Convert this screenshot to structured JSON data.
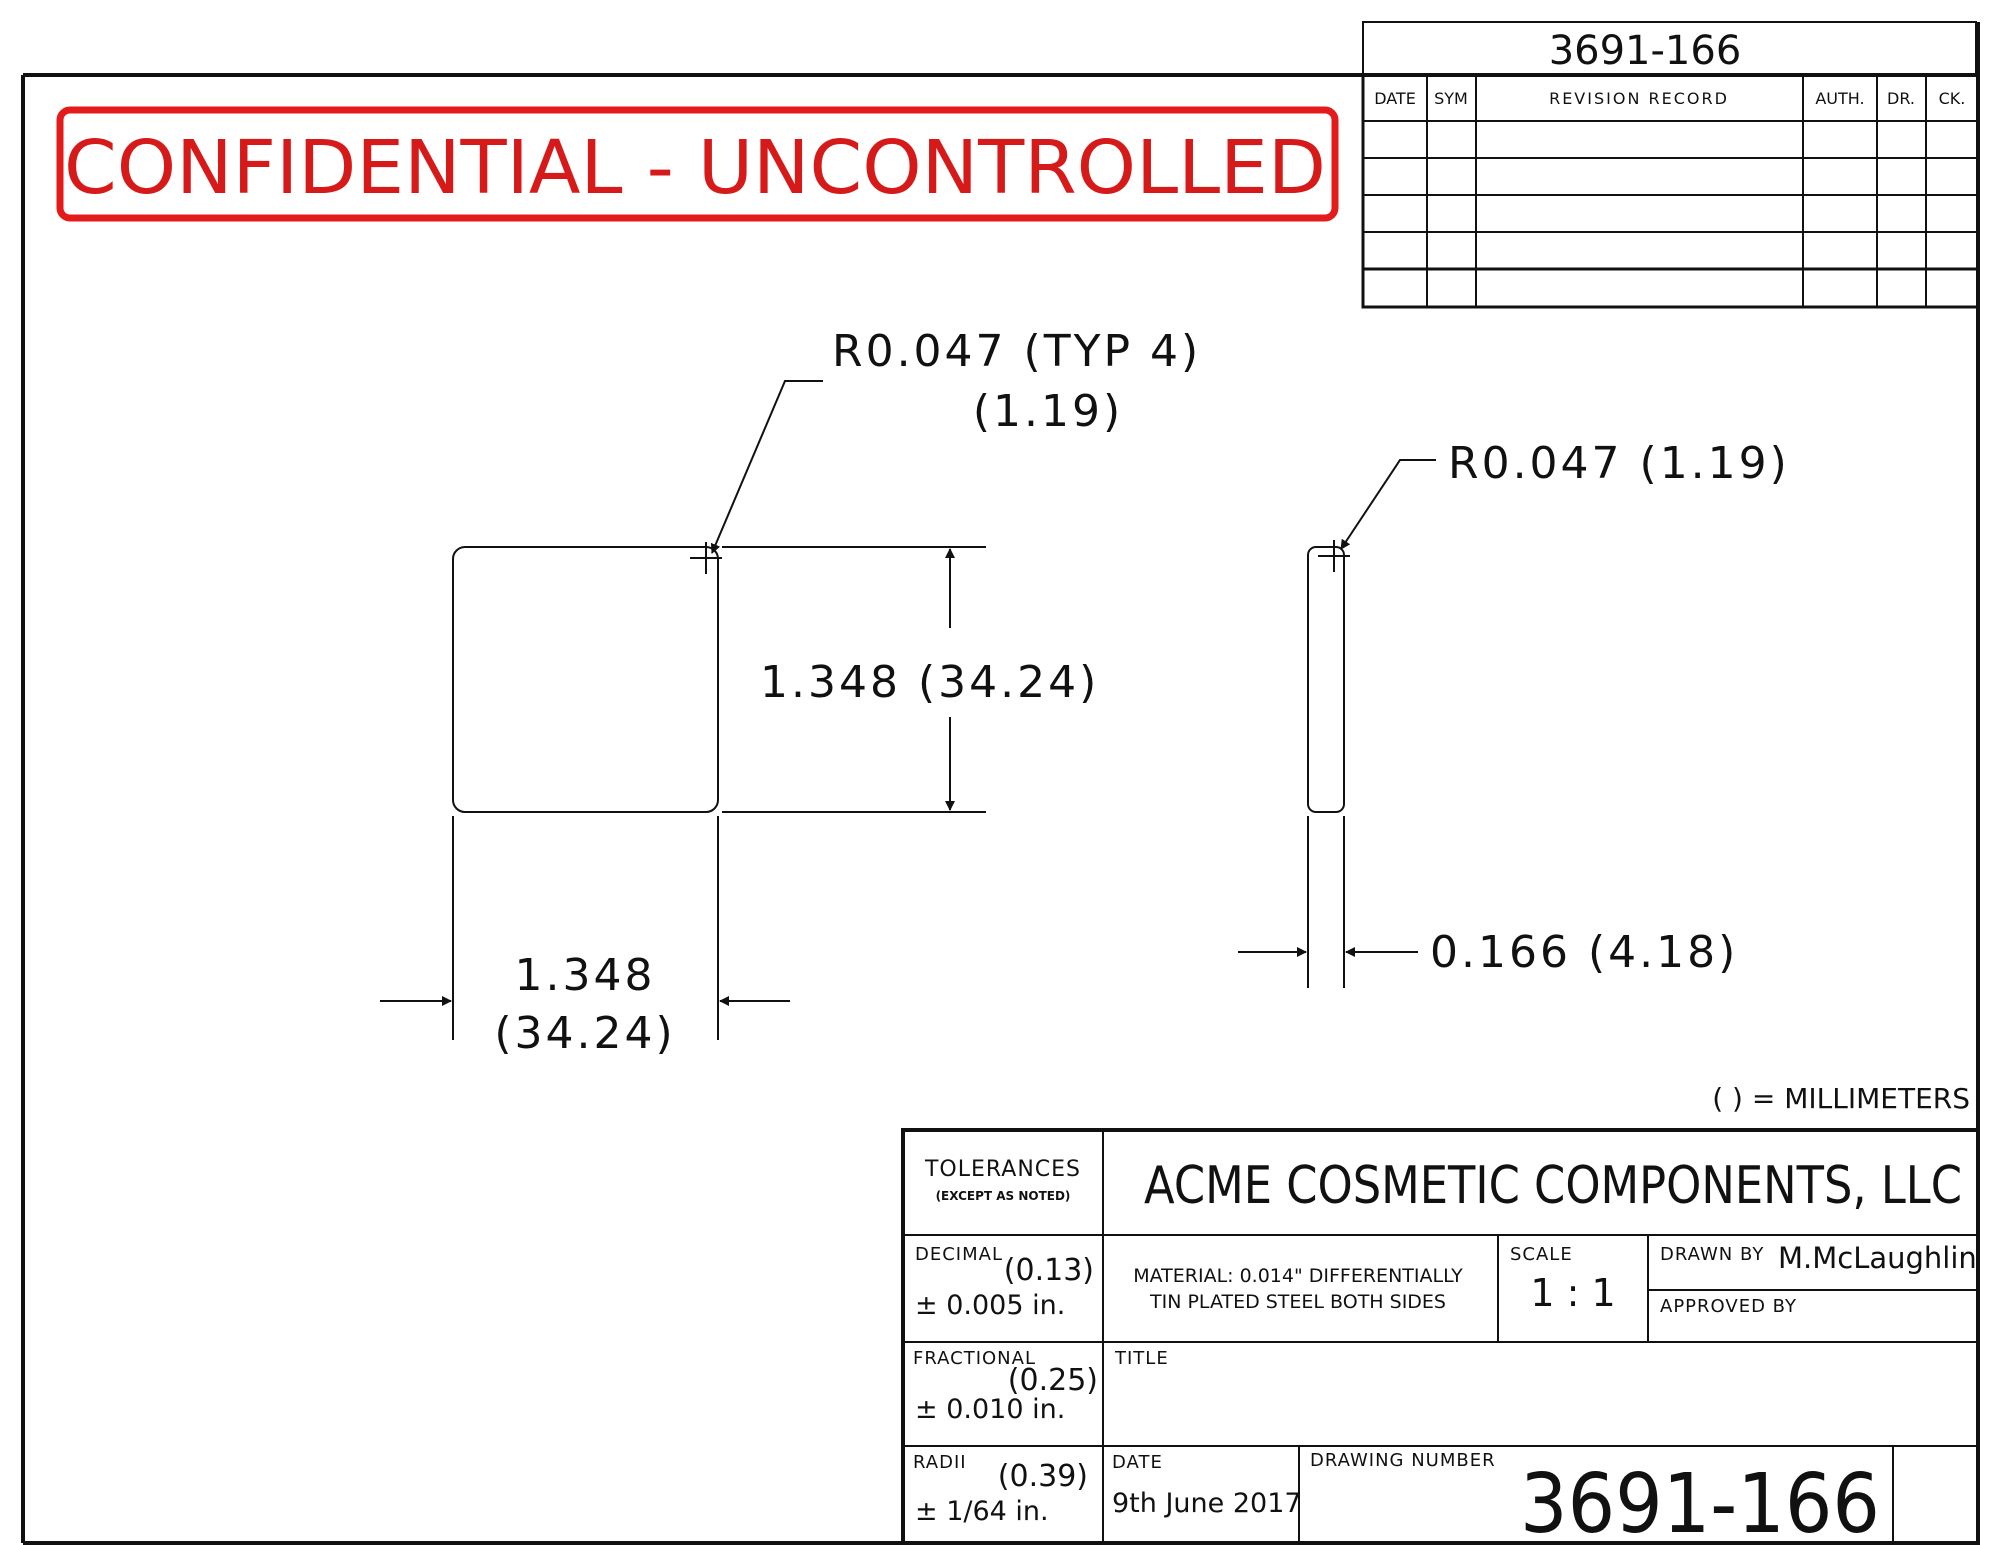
{
  "header": {
    "doc_number": "3691-166",
    "confidential_banner": "CONFIDENTIAL - UNCONTROLLED",
    "banner_color": "#e31b1b"
  },
  "revision_block": {
    "columns": [
      "DATE",
      "SYM",
      "REVISION RECORD",
      "AUTH.",
      "DR.",
      "CK."
    ],
    "rows": [
      [
        "",
        "",
        "",
        "",
        "",
        ""
      ],
      [
        "",
        "",
        "",
        "",
        "",
        ""
      ],
      [
        "",
        "",
        "",
        "",
        "",
        ""
      ],
      [
        "",
        "",
        "",
        "",
        "",
        ""
      ],
      [
        "",
        "",
        "",
        "",
        "",
        ""
      ]
    ]
  },
  "front_view": {
    "radius_note_line1": "R0.047 (TYP 4)",
    "radius_note_line2": "(1.19)",
    "height_dim": "1.348 (34.24)",
    "width_dim_line1": "1.348",
    "width_dim_line2": "(34.24)"
  },
  "side_view": {
    "radius_note": "R0.047 (1.19)",
    "thickness_dim": "0.166 (4.18)"
  },
  "units_note": "( ) = MILLIMETERS",
  "title_block": {
    "tolerances_label": "TOLERANCES",
    "tolerances_sub": "(EXCEPT AS NOTED)",
    "company": "ACME COSMETIC COMPONENTS, LLC",
    "decimal_label": "DECIMAL",
    "decimal_mm": "(0.13)",
    "decimal_tol": "± 0.005 in.",
    "fractional_label": "FRACTIONAL",
    "fractional_mm": "(0.25)",
    "fractional_tol": "± 0.010 in.",
    "radii_label": "RADII",
    "radii_mm": "(0.39)",
    "radii_tol": "± 1/64 in.",
    "material_line1": "MATERIAL: 0.014\" DIFFERENTIALLY",
    "material_line2": "TIN PLATED STEEL BOTH SIDES",
    "scale_label": "SCALE",
    "scale_value": "1 : 1",
    "drawn_by_label": "DRAWN BY",
    "drawn_by_value": "M.McLaughlin",
    "approved_by_label": "APPROVED BY",
    "title_label": "TITLE",
    "date_label": "DATE",
    "date_value": "9th June 2017",
    "drawing_number_label": "DRAWING NUMBER",
    "drawing_number_value": "3691-166"
  }
}
